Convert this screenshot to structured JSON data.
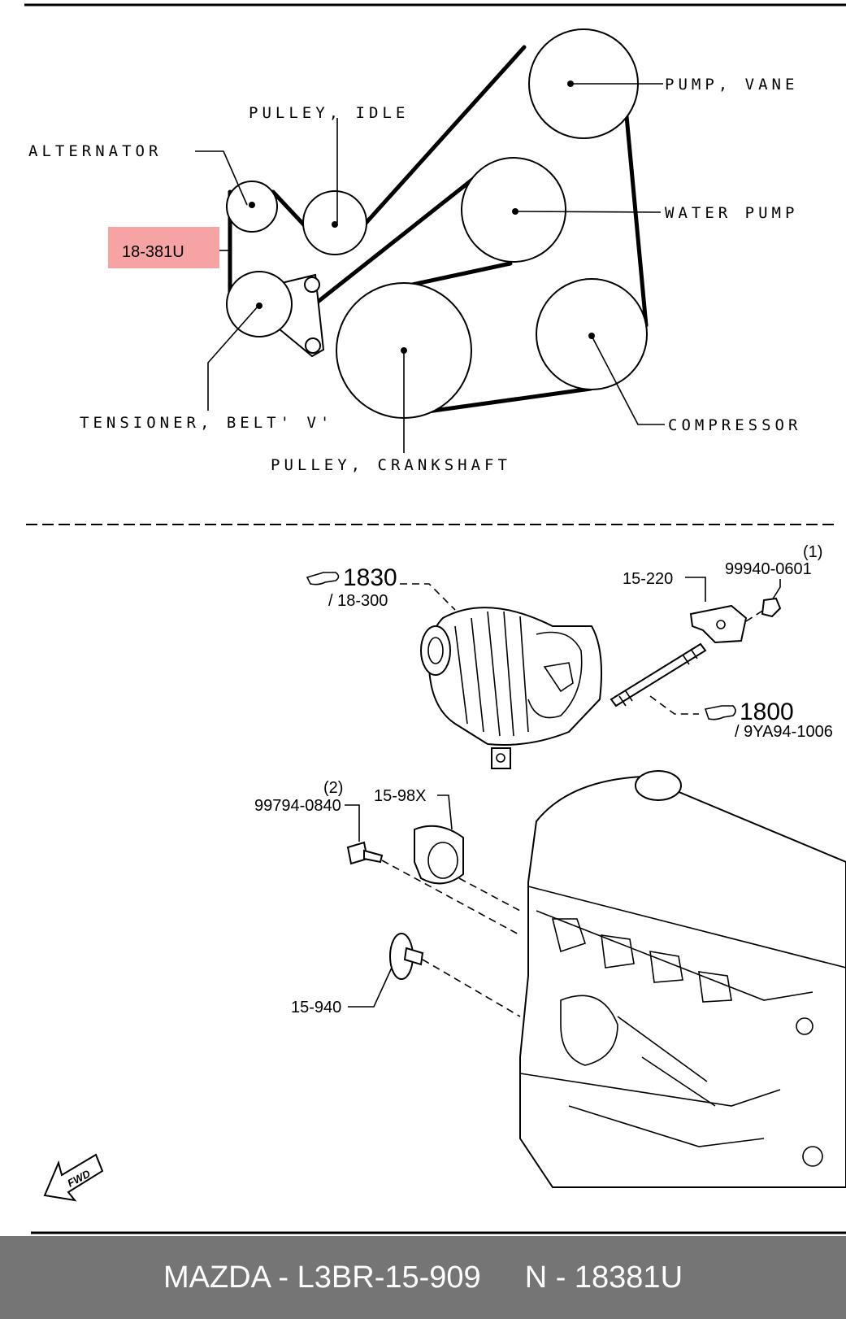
{
  "belt_diagram": {
    "labels": {
      "pump_vane": "PUMP, VANE",
      "pulley_idle": "PULLEY, IDLE",
      "alternator": "ALTERNATOR",
      "water_pump": "WATER PUMP",
      "belt_part": "18-381U",
      "tensioner": "TENSIONER, BELT' V'",
      "compressor": "COMPRESSOR",
      "crankshaft": "PULLEY, CRANKSHAFT"
    },
    "highlight_color": "#f5a3a3"
  },
  "parts_diagram": {
    "alternator_ref": "1830",
    "alternator_sub": "/ 18-300",
    "bracket": "15-220",
    "nut_qty": "(1)",
    "nut": "99940-0601",
    "bolt_ref": "1800",
    "bolt_sub": "/ 9YA94-1006",
    "bolt2_qty": "(2)",
    "bolt2": "99794-0840",
    "idler_bracket": "15-98X",
    "idler_pulley": "15-940",
    "fwd": "FWD"
  },
  "footer": {
    "left": "MAZDA - L3BR-15-909",
    "right": "N - 18381U"
  }
}
